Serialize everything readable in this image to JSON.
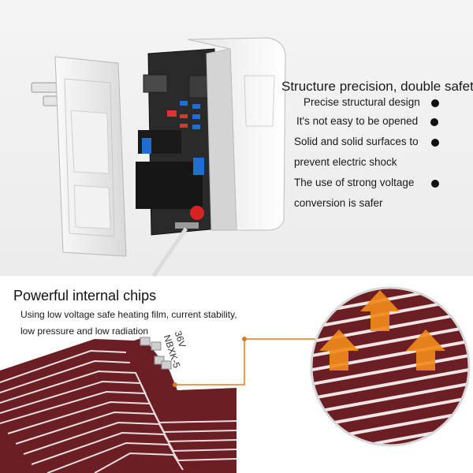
{
  "top_section": {
    "title": "Structure precision, double safety",
    "features": [
      "Precise structural design",
      "It's not easy to be opened",
      "Solid and solid surfaces to",
      "prevent electric shock",
      "The use of strong voltage",
      "conversion is safer"
    ]
  },
  "bottom_section": {
    "title": "Powerful internal chips",
    "description_line1": "Using low voltage safe heating film, current stability,",
    "description_line2": "low pressure and low radiation",
    "film_marking_1": "36V",
    "film_marking_2": "NBXK-5"
  },
  "colors": {
    "film": "#6b1f25",
    "trace": "#e8dede",
    "arrow": "#f08a1c",
    "bullet": "#111111",
    "callout_line": "#e07b24"
  }
}
